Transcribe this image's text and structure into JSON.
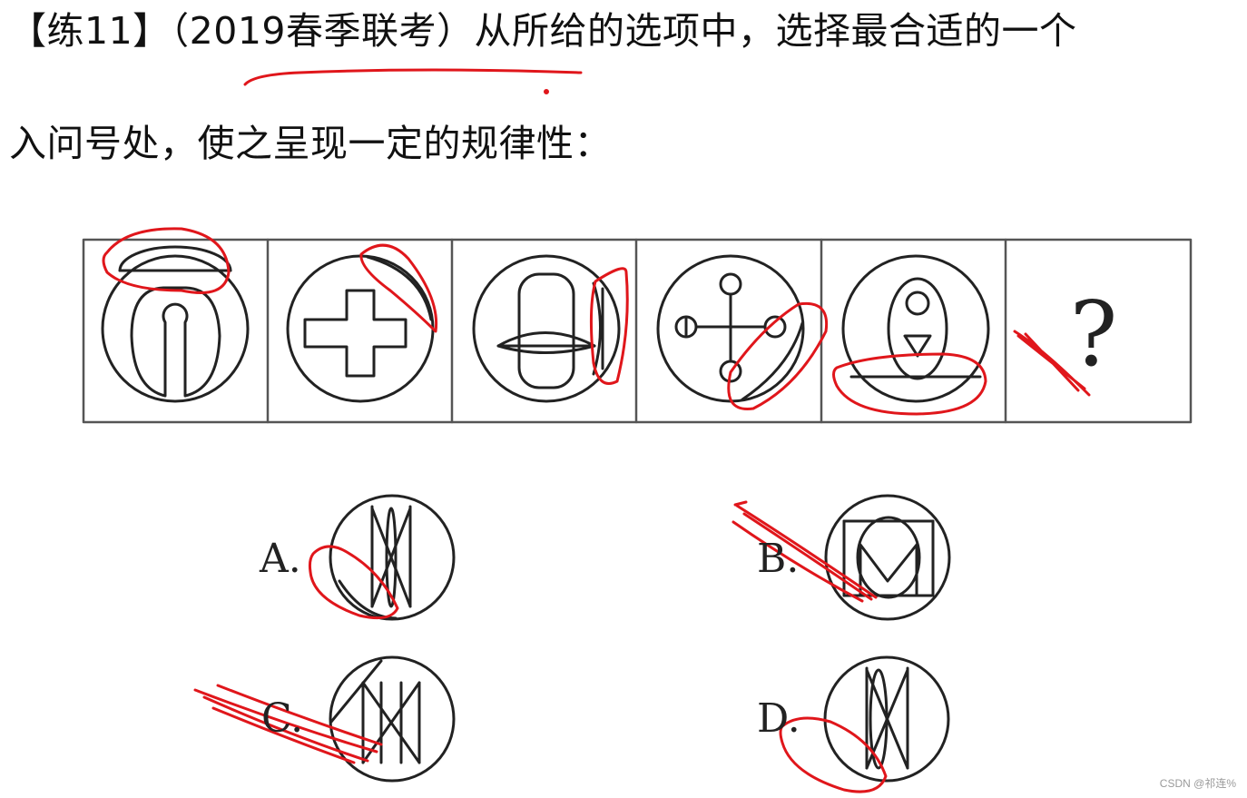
{
  "question": {
    "line1": "【练11】（2019春季联考）从所给的选项中，选择最合适的一个",
    "line2": "入问号处，使之呈现一定的规律性："
  },
  "sequence": {
    "unknown_mark": "?"
  },
  "options": {
    "a": "A.",
    "b": "B.",
    "c": "C.",
    "d": "D."
  },
  "watermark": "CSDN @祁连%",
  "colors": {
    "ink": "#222222",
    "annotation": "#e0161b"
  }
}
